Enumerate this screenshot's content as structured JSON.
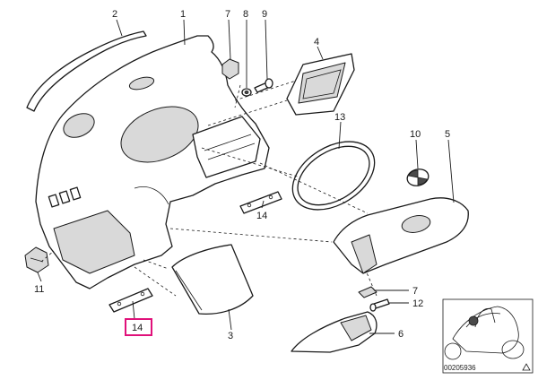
{
  "callouts": [
    {
      "id": "1",
      "text": "1"
    },
    {
      "id": "2",
      "text": "2"
    },
    {
      "id": "3",
      "text": "3"
    },
    {
      "id": "4",
      "text": "4"
    },
    {
      "id": "5",
      "text": "5"
    },
    {
      "id": "6",
      "text": "6"
    },
    {
      "id": "7a",
      "text": "7"
    },
    {
      "id": "7b",
      "text": "7"
    },
    {
      "id": "8",
      "text": "8"
    },
    {
      "id": "9",
      "text": "9"
    },
    {
      "id": "10",
      "text": "10"
    },
    {
      "id": "11",
      "text": "11"
    },
    {
      "id": "12",
      "text": "12"
    },
    {
      "id": "13",
      "text": "13"
    },
    {
      "id": "14a",
      "text": "14"
    },
    {
      "id": "14b",
      "text": "14"
    }
  ],
  "highlight": {
    "part": "14",
    "color": "#e0117a"
  },
  "inset": {
    "catalog_number": "00205936"
  },
  "icons": [
    "bmw-roundel-icon",
    "motorcycle-icon",
    "warning-triangle-icon"
  ]
}
